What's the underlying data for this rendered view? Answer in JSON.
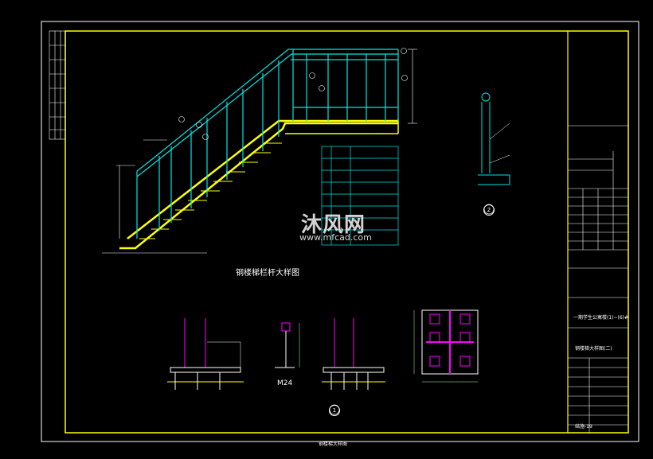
{
  "drawing": {
    "caption": "钢楼梯栏杆大样图",
    "bolt_label": "M24",
    "sheet_name": "钢楼梯大样图",
    "detail_marks": [
      "1",
      "2"
    ]
  },
  "title_block": {
    "project": "一期学生公寓楼(1)~(6)#",
    "drawing_title": "钢楼梯大样图(二)",
    "drawing_no": "结施-19"
  },
  "watermark": {
    "brand": "沐风网",
    "url": "www.mfcad.com"
  },
  "colors": {
    "background": "#000000",
    "frame": "#ffff00",
    "rail": "#00e5e5",
    "stair": "#ffff00",
    "column": "#ff00ff",
    "annotation": "#ffffff",
    "dimension": "#b0ffb0"
  }
}
